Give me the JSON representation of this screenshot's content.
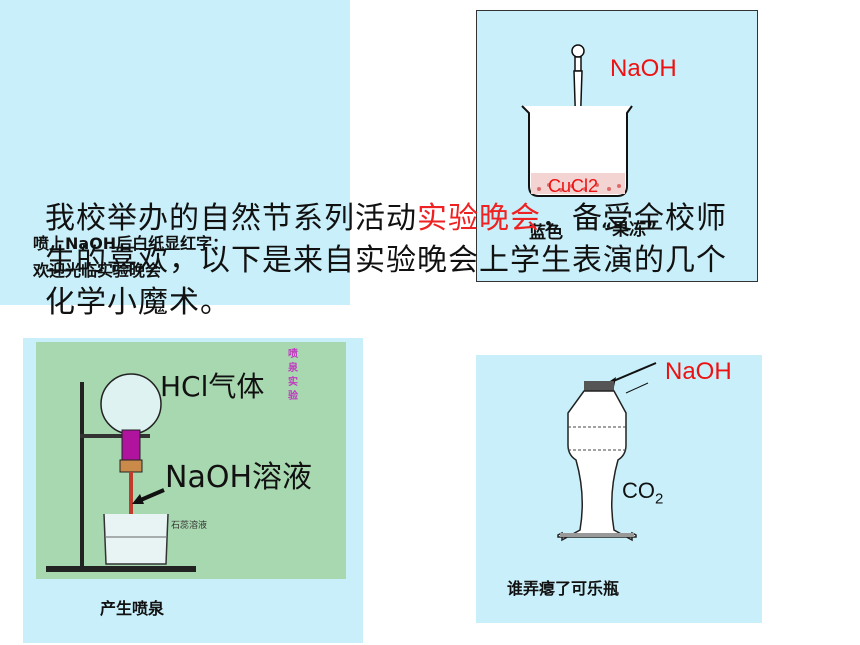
{
  "intro": {
    "before": "我校举办的自然节系列活动",
    "highlight": "实验晚会",
    "after": "，备受全校师生的喜欢，以下是来自实验晚会上学生表演的几个化学小魔术。"
  },
  "panel_top_left": {
    "caption_line1": "喷上NaOH后白纸显红字：",
    "caption_line2": "欢迎光临实验晚会"
  },
  "panel_top_right": {
    "reagent_label": "NaOH",
    "solution_label": "CuCl2",
    "label_blue": "蓝色",
    "label_jelly": "“果冻”"
  },
  "panel_bottom_left": {
    "gas_label": "HCl气体",
    "solution_label": "NaOH溶液",
    "beaker_label": "石蕊溶液",
    "vertical_text": "喷泉实验",
    "caption": "产生喷泉"
  },
  "panel_bottom_right": {
    "reagent_label": "NaOH",
    "gas_label": "CO",
    "gas_sub": "2",
    "caption": "谁弄瘪了可乐瓶"
  },
  "colors": {
    "panel_bg": "#c9f0fa",
    "highlight": "#ee2222",
    "reagent_red": "#ee1111",
    "flask_purple": "#b0149e"
  }
}
